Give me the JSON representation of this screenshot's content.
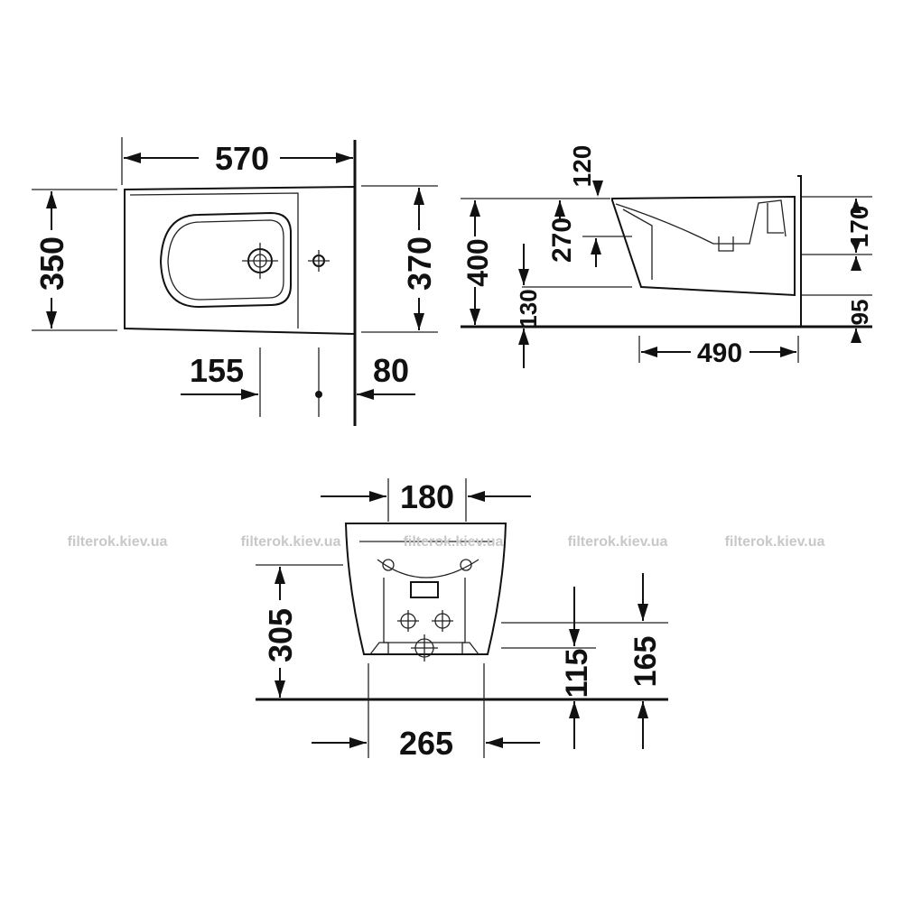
{
  "colors": {
    "line": "#111111",
    "background": "#ffffff",
    "watermark": "#c8c8c8"
  },
  "top_view": {
    "length": "570",
    "width": "350",
    "width_with_wall": "370",
    "hole_from_front": "155",
    "hole_from_wall": "80"
  },
  "side_view": {
    "height_top": "120",
    "inlet_height": "270",
    "overall_height": "400",
    "floor_clearance": "130",
    "depth": "490",
    "upper_height": "170",
    "lower_height": "95"
  },
  "front_view": {
    "top_width": "180",
    "height": "305",
    "bottom_width": "265",
    "outlet_height": "115",
    "supply_height": "165"
  },
  "watermarks": [
    "filterok.kiev.ua",
    "filterok.kiev.ua",
    "filterok.kiev.ua",
    "filterok.kiev.ua",
    "filterok.kiev.ua"
  ]
}
